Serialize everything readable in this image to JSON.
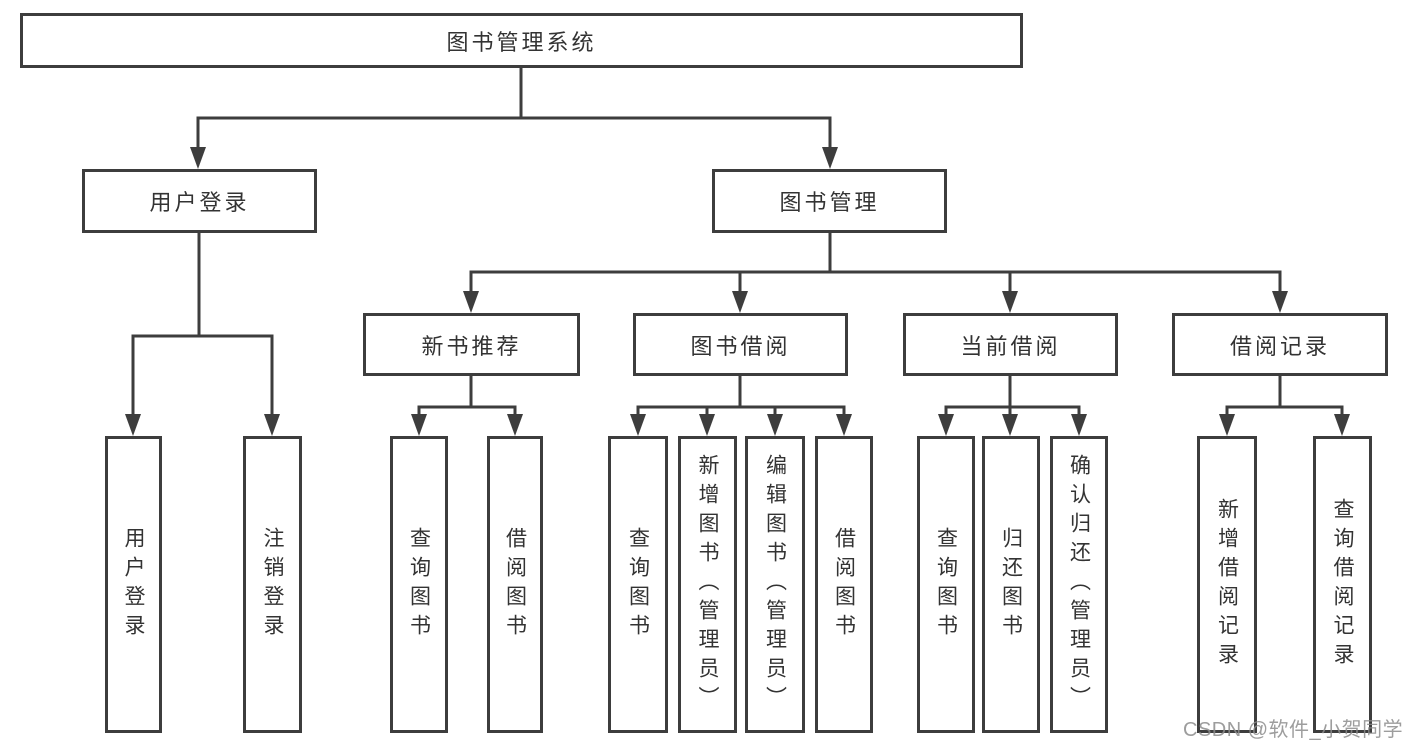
{
  "root": {
    "label": "图书管理系统"
  },
  "login": {
    "label": "用户登录",
    "children": [
      {
        "label": "用户登录"
      },
      {
        "label": "注销登录"
      }
    ]
  },
  "mgmt": {
    "label": "图书管理",
    "groups": [
      {
        "label": "新书推荐",
        "children": [
          {
            "label": "查询图书"
          },
          {
            "label": "借阅图书"
          }
        ]
      },
      {
        "label": "图书借阅",
        "children": [
          {
            "label": "查询图书"
          },
          {
            "label": "新增图书（管理员）"
          },
          {
            "label": "编辑图书（管理员）"
          },
          {
            "label": "借阅图书"
          }
        ]
      },
      {
        "label": "当前借阅",
        "children": [
          {
            "label": "查询图书"
          },
          {
            "label": "归还图书"
          },
          {
            "label": "确认归还（管理员）"
          }
        ]
      },
      {
        "label": "借阅记录",
        "children": [
          {
            "label": "新增借阅记录"
          },
          {
            "label": "查询借阅记录"
          }
        ]
      }
    ]
  },
  "watermark": {
    "text": "CSDN @软件_小贺同学"
  },
  "colors": {
    "line": "#3d3d3d",
    "text": "#333333",
    "box_bg": "#ffffff",
    "watermark": "#8c8c8c"
  }
}
